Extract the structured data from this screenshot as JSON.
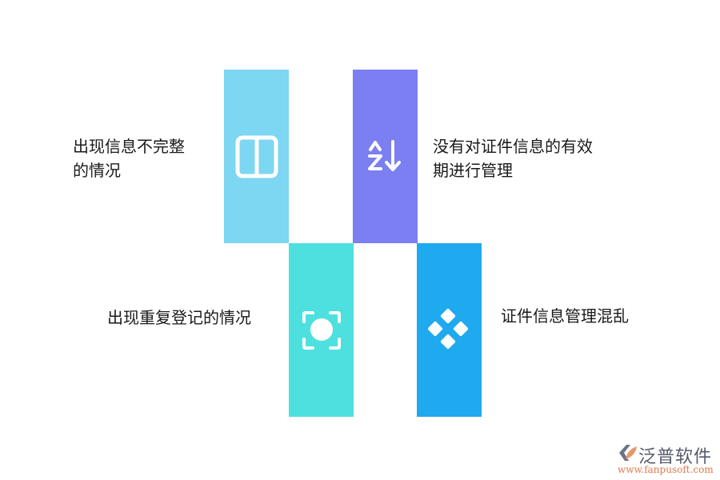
{
  "colors": {
    "block_1": "#7DD6F2",
    "block_2": "#7B7FF2",
    "block_3": "#4DE0DF",
    "block_4": "#1FA9EE",
    "icon": "#ffffff"
  },
  "items": [
    {
      "label_line1": "出现信息不完整",
      "label_line2": "的情况",
      "icon": "columns-icon"
    },
    {
      "label_line1": "没有对证件信息的有效",
      "label_line2": "期进行管理",
      "icon": "sort-az-icon"
    },
    {
      "label_line1": "出现重复登记的情况",
      "icon": "focus-icon"
    },
    {
      "label_line1": "证件信息管理混乱",
      "icon": "diamond-grid-icon"
    }
  ],
  "logo": {
    "name": "泛普软件",
    "url": "www.fanpusoft.com"
  }
}
